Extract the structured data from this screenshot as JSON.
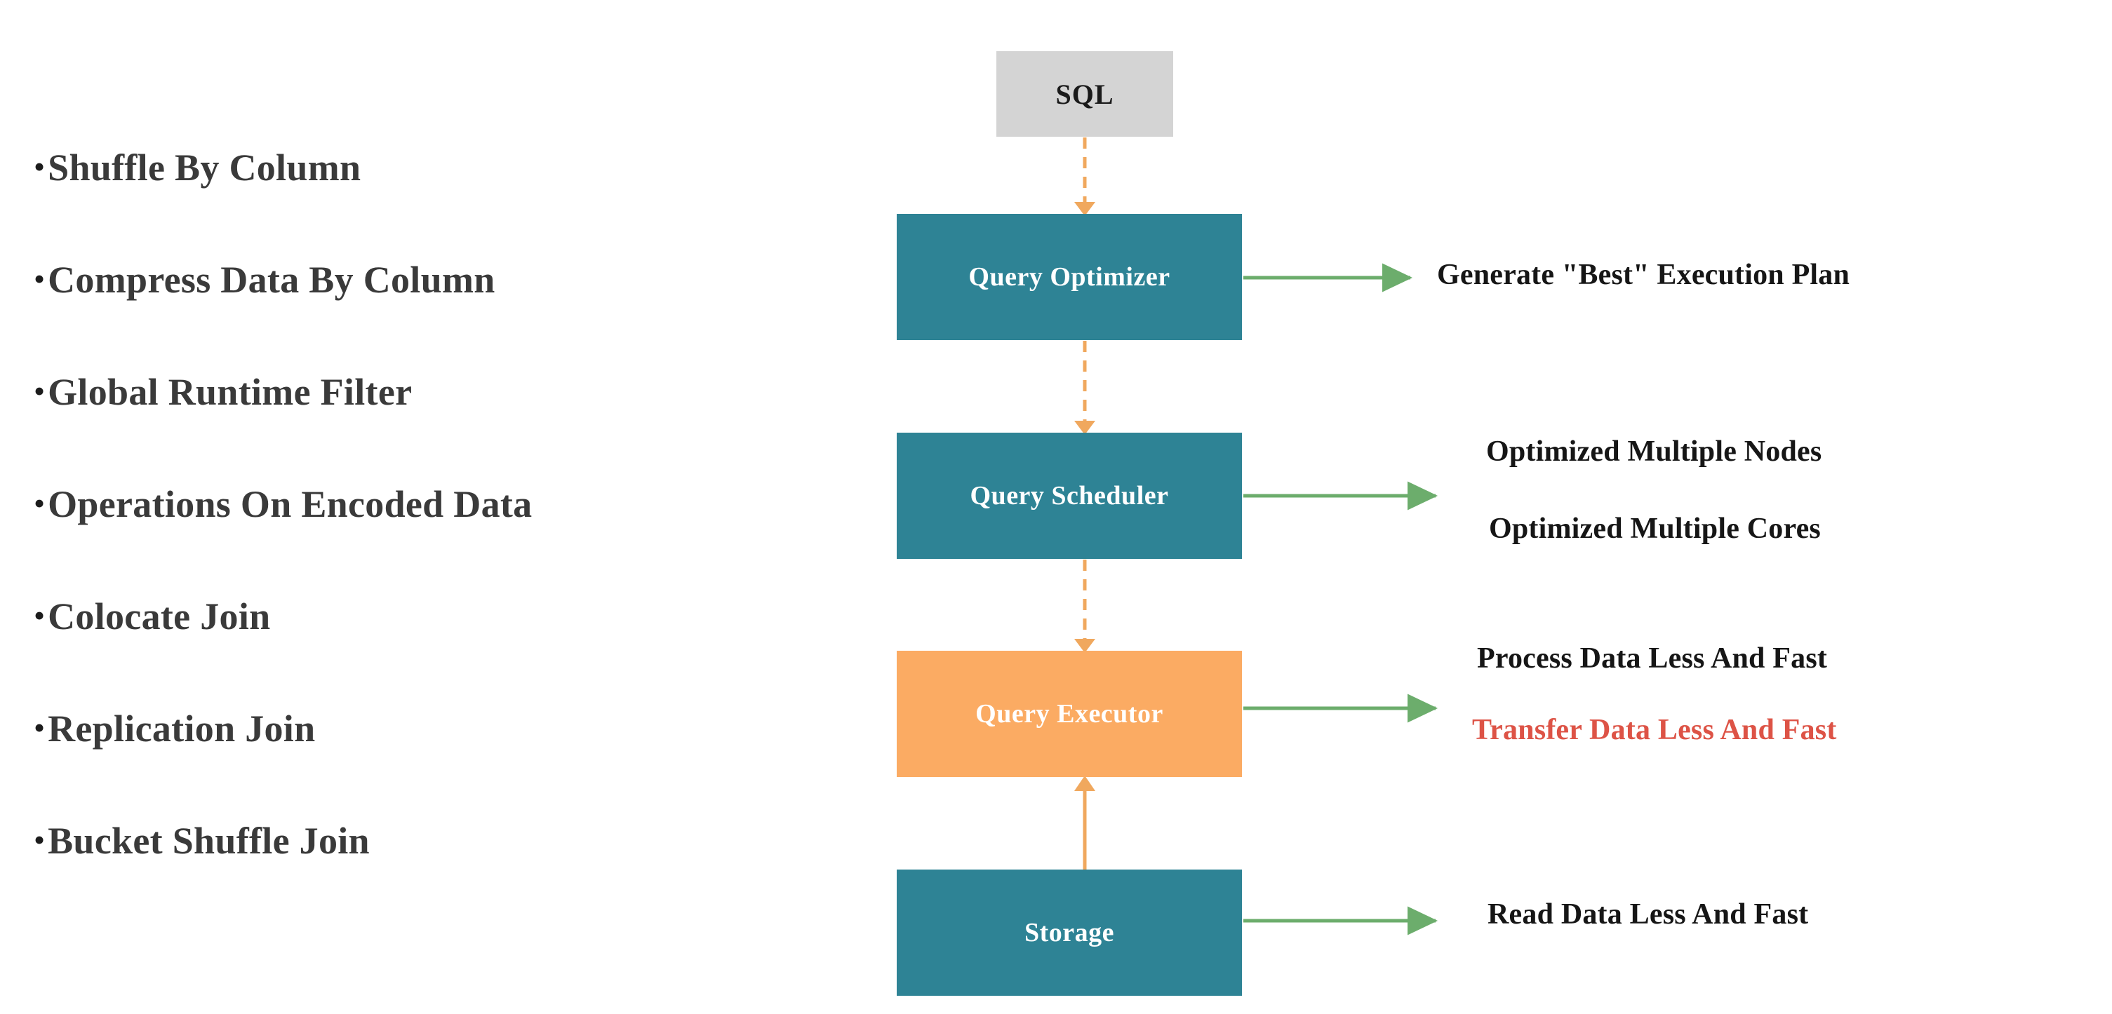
{
  "features": {
    "bullet_glyph": "•",
    "items": [
      {
        "label": "Shuffle By Column"
      },
      {
        "label": "Compress Data By Column"
      },
      {
        "label": "Global Runtime Filter"
      },
      {
        "label": "Operations On Encoded Data"
      },
      {
        "label": "Colocate Join"
      },
      {
        "label": "Replication Join"
      },
      {
        "label": "Bucket Shuffle Join"
      }
    ]
  },
  "flow": {
    "nodes": [
      {
        "id": "sql",
        "label": "SQL",
        "fill": "#d4d4d4",
        "text_color": "#1a1a1a"
      },
      {
        "id": "optimizer",
        "label": "Query Optimizer",
        "fill": "#2e8395",
        "text_color": "#ffffff"
      },
      {
        "id": "scheduler",
        "label": "Query Scheduler",
        "fill": "#2e8395",
        "text_color": "#ffffff"
      },
      {
        "id": "executor",
        "label": "Query Executor",
        "fill": "#fbab63",
        "text_color": "#ffffff"
      },
      {
        "id": "storage",
        "label": "Storage",
        "fill": "#2e8395",
        "text_color": "#ffffff"
      }
    ],
    "connectors": [
      {
        "from": "sql",
        "to": "optimizer",
        "style": "dashed",
        "color": "#f0a85e",
        "direction": "down"
      },
      {
        "from": "optimizer",
        "to": "scheduler",
        "style": "dashed",
        "color": "#f0a85e",
        "direction": "down"
      },
      {
        "from": "scheduler",
        "to": "executor",
        "style": "dashed",
        "color": "#f0a85e",
        "direction": "down"
      },
      {
        "from": "storage",
        "to": "executor",
        "style": "solid",
        "color": "#f0a85e",
        "direction": "up"
      }
    ],
    "outcome_arrow_color": "#6cad6c"
  },
  "outcomes": [
    {
      "id": "plan",
      "source": "optimizer",
      "text": "Generate \"Best\" Execution Plan",
      "color": "#161616"
    },
    {
      "id": "nodes",
      "source": "scheduler",
      "text": "Optimized Multiple Nodes",
      "color": "#161616"
    },
    {
      "id": "cores",
      "source": "scheduler",
      "text": "Optimized Multiple Cores",
      "color": "#161616"
    },
    {
      "id": "process",
      "source": "executor",
      "text": "Process Data Less And Fast",
      "color": "#161616"
    },
    {
      "id": "transfer",
      "source": "executor",
      "text": "Transfer Data Less And Fast",
      "color": "#dd5346"
    },
    {
      "id": "read",
      "source": "storage",
      "text": "Read Data Less And Fast",
      "color": "#161616"
    }
  ],
  "colors": {
    "background": "#ffffff",
    "teal": "#2e8395",
    "orange": "#fbab63",
    "gray": "#d4d4d4",
    "green_arrow": "#6cad6c",
    "orange_arrow": "#f0a85e",
    "red_text": "#dd5346",
    "list_text": "#3a3a3a"
  }
}
